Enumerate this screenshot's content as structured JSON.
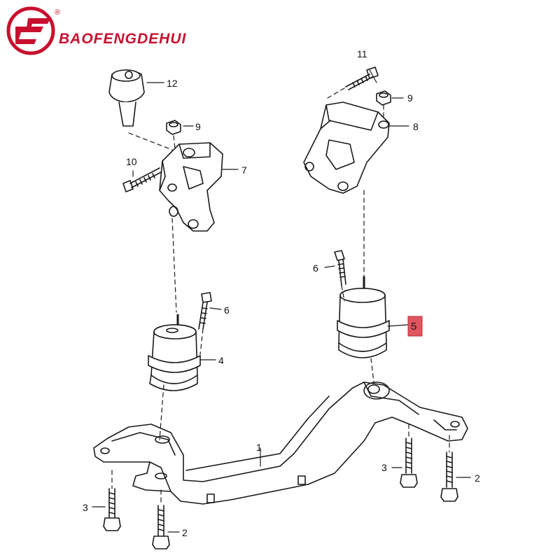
{
  "brand": {
    "text": "BAOFENGDEHUI",
    "registered_mark": "®",
    "color": "#c8102e"
  },
  "callouts": {
    "c1": "1",
    "c2a": "2",
    "c2b": "2",
    "c3a": "3",
    "c3b": "3",
    "c4": "4",
    "c5": "5",
    "c6a": "6",
    "c6b": "6",
    "c7": "7",
    "c8": "8",
    "c9a": "9",
    "c9b": "9",
    "c10": "10",
    "c11": "11",
    "c12": "12"
  },
  "highlight": {
    "part_number": "5",
    "color": "#e0555f"
  }
}
